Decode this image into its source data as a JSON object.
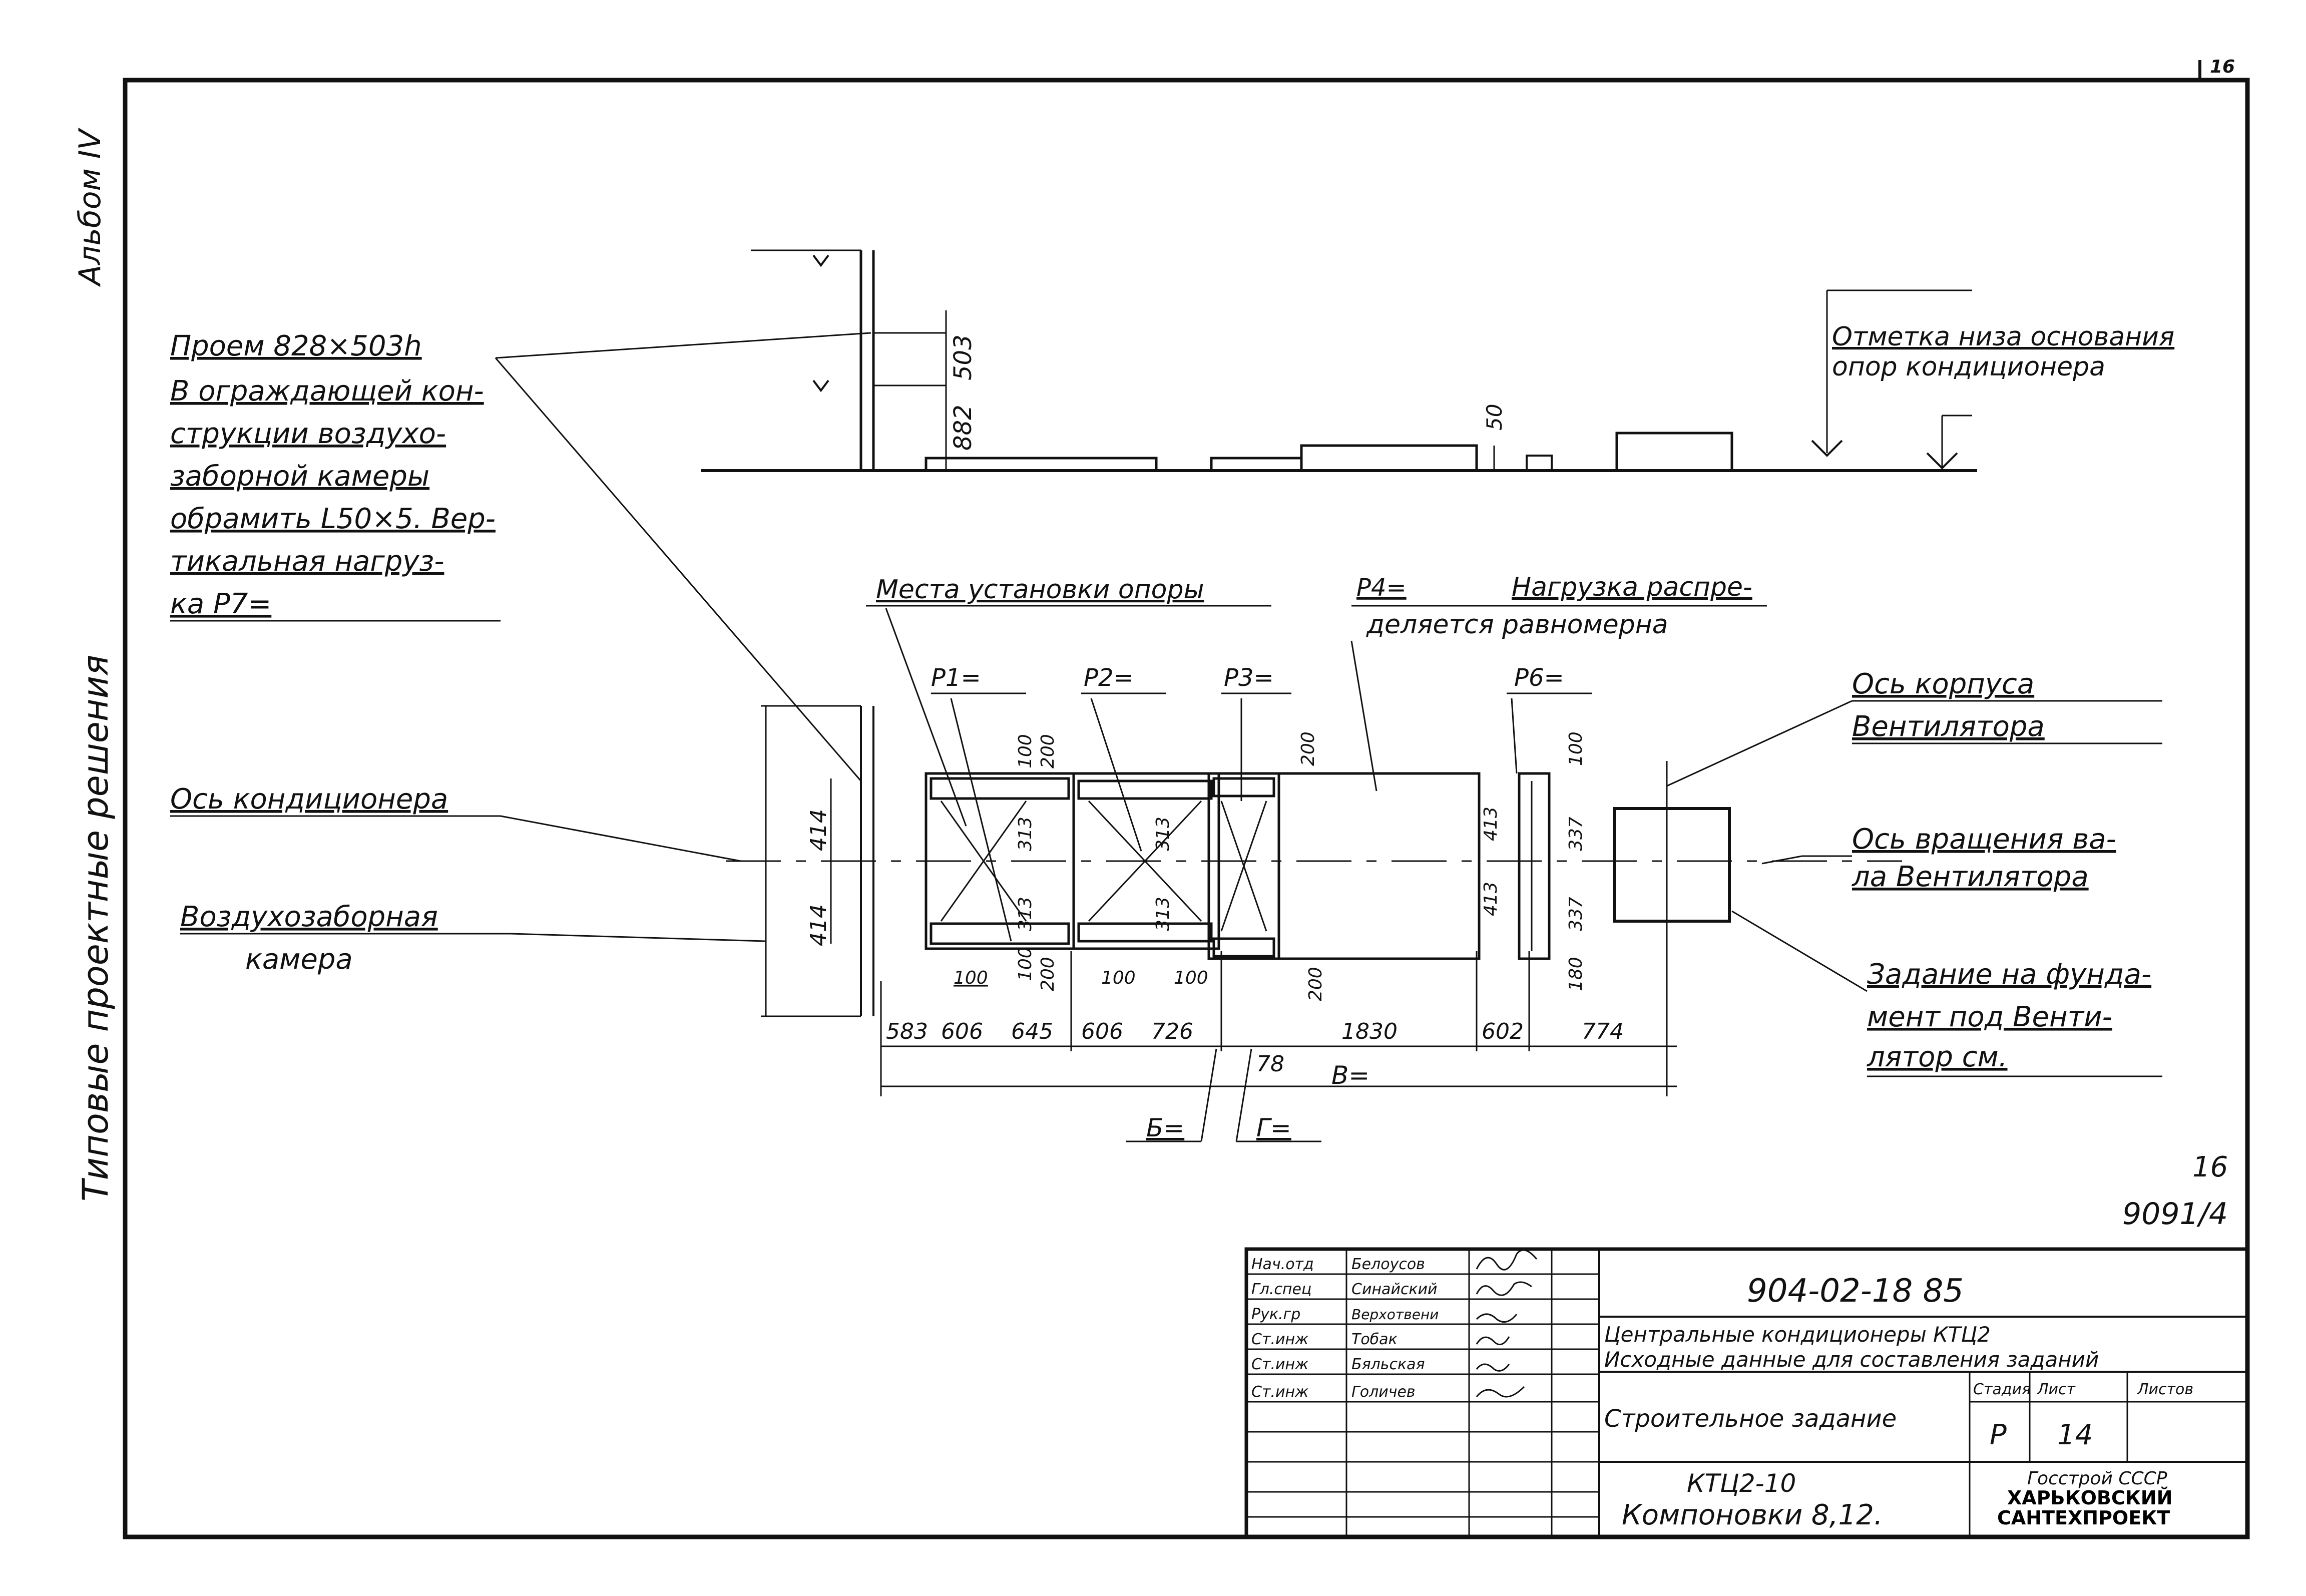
{
  "page_number": "16",
  "side": {
    "album": "Альбом IV",
    "series": "Типовые проектные решения"
  },
  "notes": {
    "opening": [
      "Проем 828×503h",
      "В ограждающей кон-",
      "струкции воздухо-",
      "заборной камеры",
      "обрамить L50×5. Вер-",
      "тикальная нагруз-",
      "ка P7="
    ],
    "base_mark": [
      "Отметка низа основания",
      "опор кондиционера"
    ],
    "support_places": "Места установки опоры",
    "load_dist": [
      "P4=",
      "Нагрузка распре-",
      "деляется равномерна"
    ],
    "fan_body_axis": [
      "Ось корпуса",
      "Вентилятора"
    ],
    "shaft_axis": [
      "Ось вращения ва-",
      "ла Вентилятора"
    ],
    "foundation": [
      "Задание на фунда-",
      "мент под Венти-",
      "лятор см."
    ],
    "conditioner_axis": "Ось кондиционера",
    "intake_chamber": [
      "Воздухозаборная",
      "камера"
    ]
  },
  "loads": {
    "p1": "P1=",
    "p2": "P2=",
    "p3": "P3=",
    "p6": "P6=",
    "b_label": "Б=",
    "g_label": "Г=",
    "v_label": "В="
  },
  "dims": {
    "elev": [
      "882",
      "503",
      "50"
    ],
    "chain": [
      "583",
      "606",
      "645",
      "606",
      "726",
      "1830",
      "602",
      "774",
      "78"
    ],
    "half_width": [
      "414",
      "414"
    ],
    "support_a": [
      "100",
      "200",
      "313",
      "313",
      "100",
      "100",
      "200",
      "100",
      "100"
    ],
    "support_b": [
      "200",
      "413",
      "413",
      "200"
    ],
    "support_c": [
      "100",
      "337",
      "337",
      "180"
    ],
    "support_d": [
      "313",
      "313"
    ]
  },
  "sheet_ref": [
    "16",
    "9091/4"
  ],
  "title_block": {
    "doc_number": "904-02-18 85",
    "title_line1": "Центральные кондиционеры КТЦ2",
    "title_line2": "Исходные данные для составления заданий",
    "task": "Строительное задание",
    "stage_header": "Стадия",
    "sheet_header": "Лист",
    "sheets_header": "Листов",
    "stage": "Р",
    "sheet": "14",
    "drawing_name": [
      "КТЦ2-10",
      "Компоновки 8,12."
    ],
    "org": [
      "Госстрой СССР",
      "ХАРЬКОВСКИЙ",
      "САНТЕХПРОЕКТ"
    ],
    "roles": [
      "Нач.отд",
      "Гл.спец",
      "Рук.гр",
      "Ст.инж",
      "Ст.инж",
      "Ст.инж"
    ],
    "names": [
      "Белоусов",
      "Синайский",
      "Верхотвени",
      "Тобак",
      "Бяльская",
      "Голичев"
    ]
  }
}
